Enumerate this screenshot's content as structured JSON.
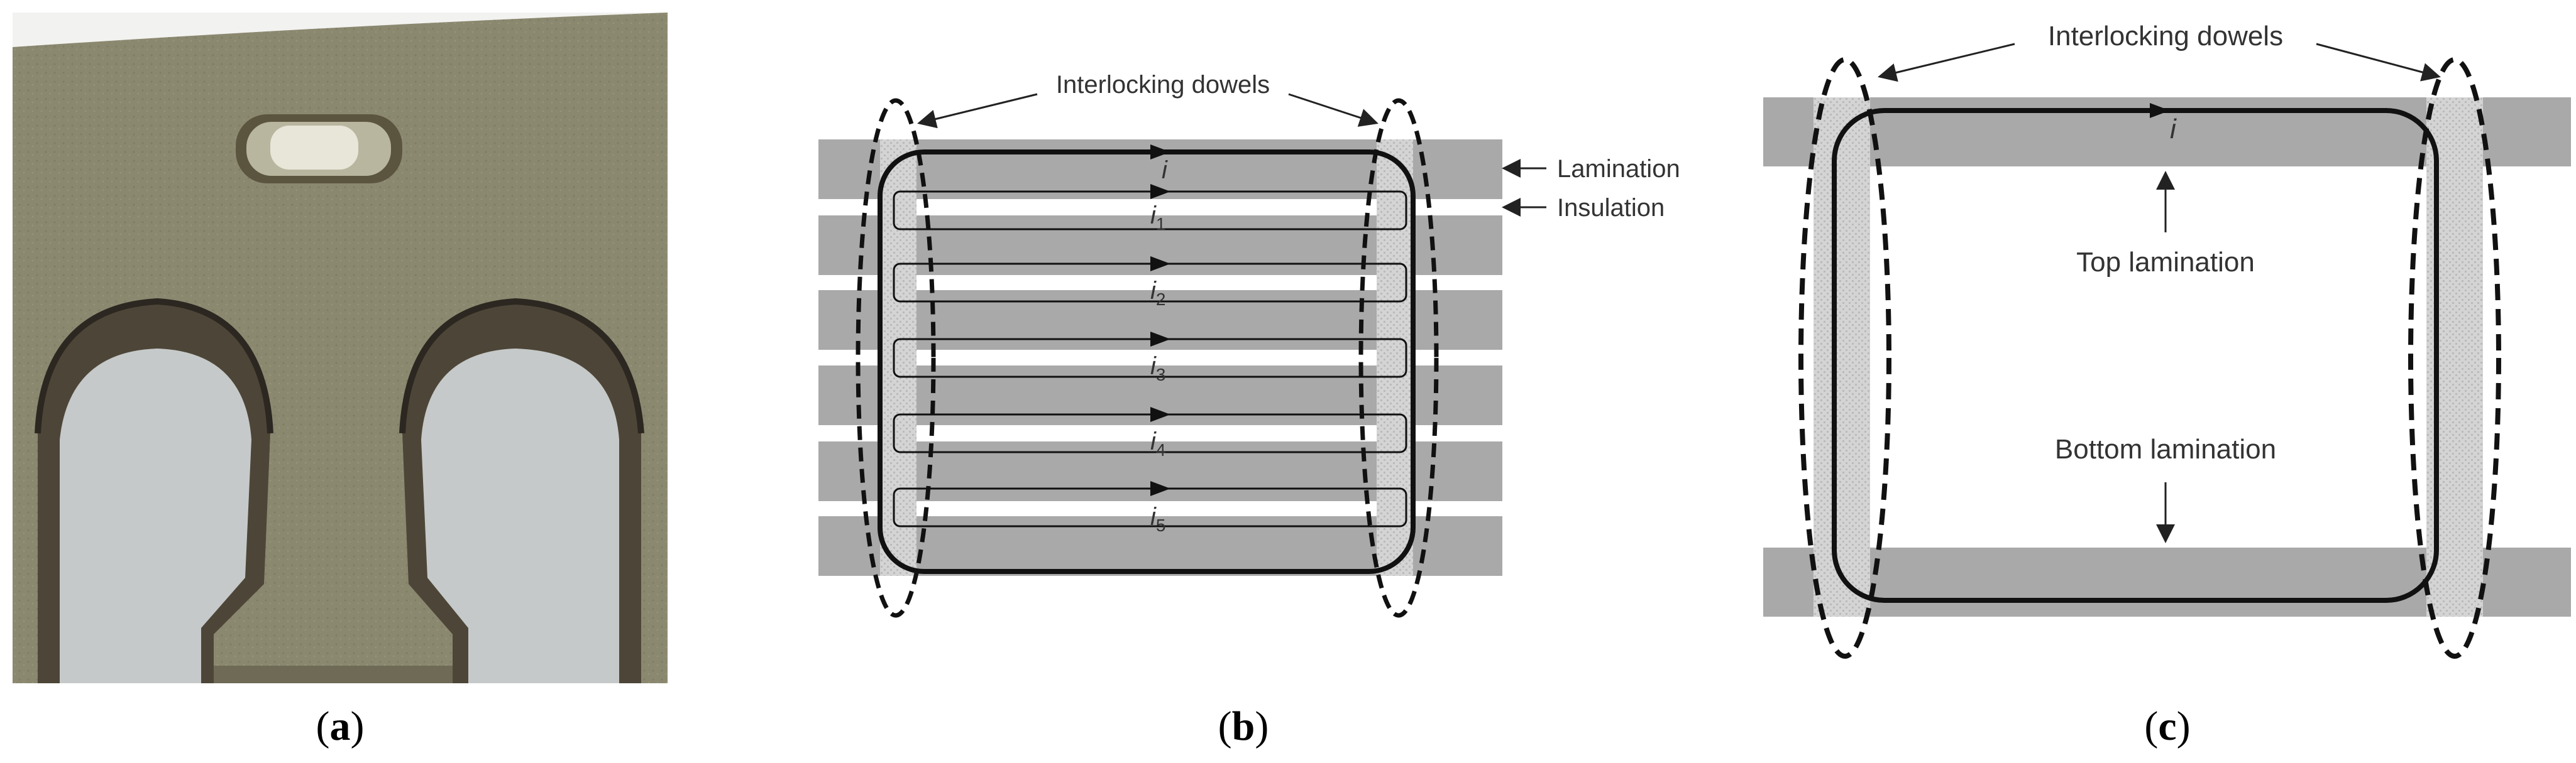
{
  "panel_a": {
    "caption": {
      "open": "(",
      "letter": "a",
      "close": ")"
    },
    "photo_colors": {
      "plate": "#8a876d",
      "slot_inside": "#c4c7c7",
      "edge": "#5a5340"
    }
  },
  "panel_b": {
    "caption": {
      "open": "(",
      "letter": "b",
      "close": ")"
    },
    "label_dowels": "Interlocking dowels",
    "label_lamination": "Lamination",
    "label_insulation": "Insulation",
    "current_main": "i",
    "currents": [
      {
        "sym": "i",
        "sub": "1"
      },
      {
        "sym": "i",
        "sub": "2"
      },
      {
        "sym": "i",
        "sub": "3"
      },
      {
        "sym": "i",
        "sub": "4"
      },
      {
        "sym": "i",
        "sub": "5"
      }
    ]
  },
  "panel_c": {
    "caption": {
      "open": "(",
      "letter": "c",
      "close": ")"
    },
    "label_dowels": "Interlocking dowels",
    "label_top": "Top lamination",
    "label_bottom": "Bottom lamination",
    "current_main": "i"
  },
  "colors": {
    "lamination": "#a9a9a9",
    "dowel_region": "#d3d3d3",
    "loop": "#111111",
    "text": "#333333"
  }
}
